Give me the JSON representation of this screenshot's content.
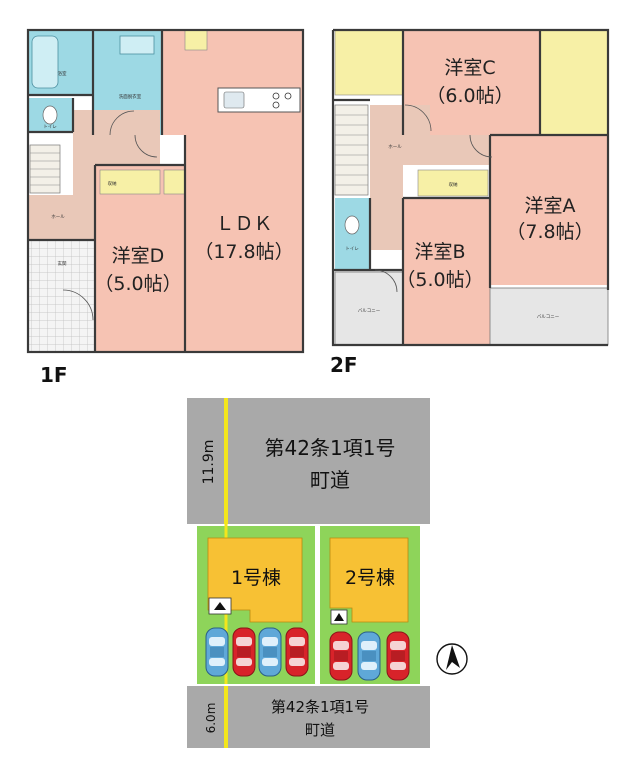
{
  "floor1": {
    "label": "1F",
    "ldk_name": "ＬＤＫ",
    "ldk_size": "（17.8帖）",
    "roomD_name": "洋室D",
    "roomD_size": "（5.0帖）",
    "hall": "ホール",
    "entrance": "玄関",
    "bath": "浴室",
    "washroom": "洗面脱衣室",
    "toilet": "トイレ",
    "closet": "収納"
  },
  "floor2": {
    "label": "2F",
    "roomA_name": "洋室A",
    "roomA_size": "（7.8帖）",
    "roomB_name": "洋室B",
    "roomB_size": "（5.0帖）",
    "roomC_name": "洋室C",
    "roomC_size": "（6.0帖）",
    "hall": "ホール",
    "toilet": "トイレ",
    "balcony": "バルコニー",
    "closet": "収納"
  },
  "site": {
    "road_north_line1": "第42条1項1号",
    "road_north_line2": "町道",
    "road_north_width": "11.9m",
    "road_south_line1": "第42条1項1号",
    "road_south_line2": "町道",
    "road_south_width": "6.0m",
    "house1": "1号棟",
    "house2": "2号棟",
    "colors": {
      "road": "#a9a9a9",
      "centerline": "#f3e61c",
      "lot": "#8ed45a",
      "building": "#f7c134",
      "car_blue": "#5fa8d8",
      "car_red": "#d8232a"
    }
  }
}
